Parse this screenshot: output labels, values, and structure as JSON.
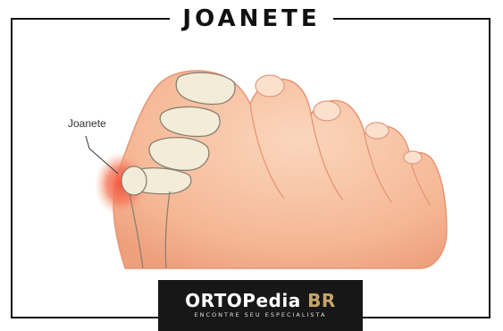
{
  "title": "JOANETE",
  "diagram": {
    "callout_label": "Joanete"
  },
  "brand": {
    "name_main": "ORTOPedia",
    "name_accent": "BR",
    "tagline": "ENCONTRE SEU ESPECIALISTA",
    "accent_color": "#c8a46a",
    "background_color": "#171717"
  },
  "colors": {
    "skin": "#f7c2a3",
    "bone": "#f3ecd9",
    "inflammation": "#ef4a35"
  }
}
